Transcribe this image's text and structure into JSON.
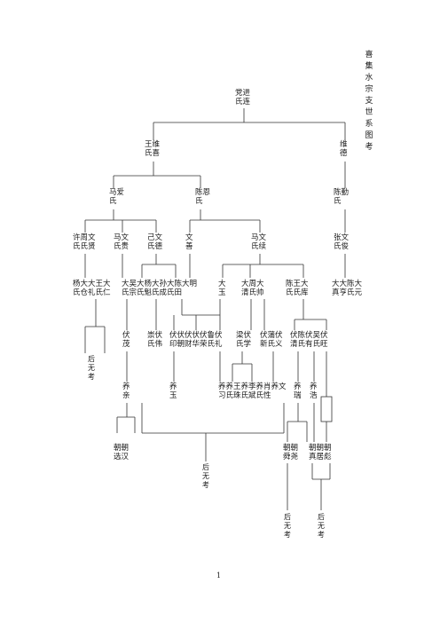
{
  "title": "喜集水宗支世系图考",
  "page_number": "1",
  "people": {
    "g1": [
      "党进氏连"
    ],
    "g2": [
      "王维氏喜",
      "维德"
    ],
    "g3": [
      "马爱氏",
      "陈恩氏",
      "陈勤氏"
    ],
    "g4": [
      "许周文氏氏贤",
      "马文氏贵",
      "己文氏德",
      "文善",
      "马文氏续",
      "张文氏俊"
    ],
    "g5": [
      "杨大大王大氏仓礼氏仁",
      "大吴大杨大孙大陈大明氏宗氏魁氏成氏田",
      "大玉",
      "大周大清氏帅",
      "陈王大氏氏库",
      "大大陈大真亨氏元"
    ],
    "g6a": [
      "伏茂",
      "崇伏氏伟",
      "伏伏伏伏伏鲁伏印朝财华荣氏礼",
      "梁伏氏学",
      "伏蒲伏新氏义",
      "伏陈伏吴伏清氏有氏旺"
    ],
    "g6b": [
      "后无考",
      "养亲",
      "养玉",
      "养养王养李养肖养文习氏珠氏斌氏性",
      "养瑞",
      "养浩"
    ],
    "g7": [
      "朝朝选汉",
      "朝朝舜尧",
      "朝朝朝真居彪"
    ],
    "g8": [
      "后无考",
      "后无考",
      "后无考"
    ]
  }
}
